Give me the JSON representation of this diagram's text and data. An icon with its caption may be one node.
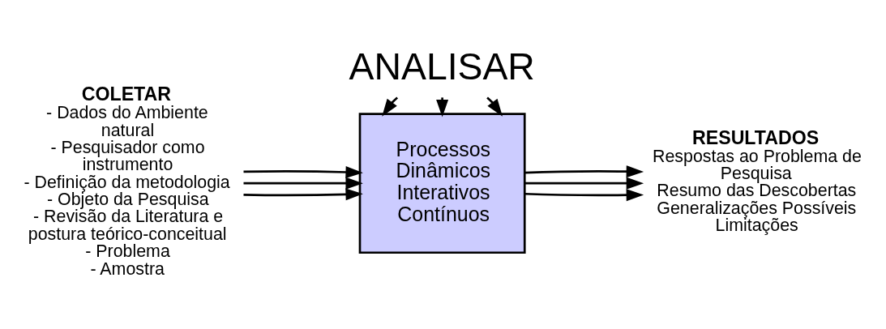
{
  "diagram": {
    "nodes": [
      {
        "text": [
          "ANALISAR"
        ]
      },
      {
        "text": [
          "COLETAR",
          "- Dados do Ambiente natural",
          "- Pesquisador como instrumento",
          "- Definição da metodologia",
          "- Objeto da Pesquisa",
          "- Revisão da Literatura e postura teórico-conceitual",
          "- Problema",
          "- Amostra"
        ]
      },
      {
        "text": [
          "Processos Dinâmicos Interativos Contínuos"
        ]
      },
      {
        "text": [
          "RESULTADOS",
          "Respostas ao Problema de Pesquisa",
          "Resumo das Descobertas",
          "Generalizações Possíveis",
          "Limitações"
        ]
      }
    ],
    "edges": [
      {
        "from": 0,
        "to": 2,
        "arrow": "to"
      },
      {
        "from": 0,
        "to": 2,
        "arrow": "to"
      },
      {
        "from": 0,
        "to": 2,
        "arrow": "to"
      },
      {
        "from": 1,
        "to": 2,
        "arrow": "to"
      },
      {
        "from": 1,
        "to": 2,
        "arrow": "to"
      },
      {
        "from": 1,
        "to": 2,
        "arrow": "to"
      },
      {
        "from": 2,
        "to": 3,
        "arrow": "to"
      },
      {
        "from": 2,
        "to": 3,
        "arrow": "to"
      },
      {
        "from": 2,
        "to": 3,
        "arrow": "to"
      }
    ]
  }
}
